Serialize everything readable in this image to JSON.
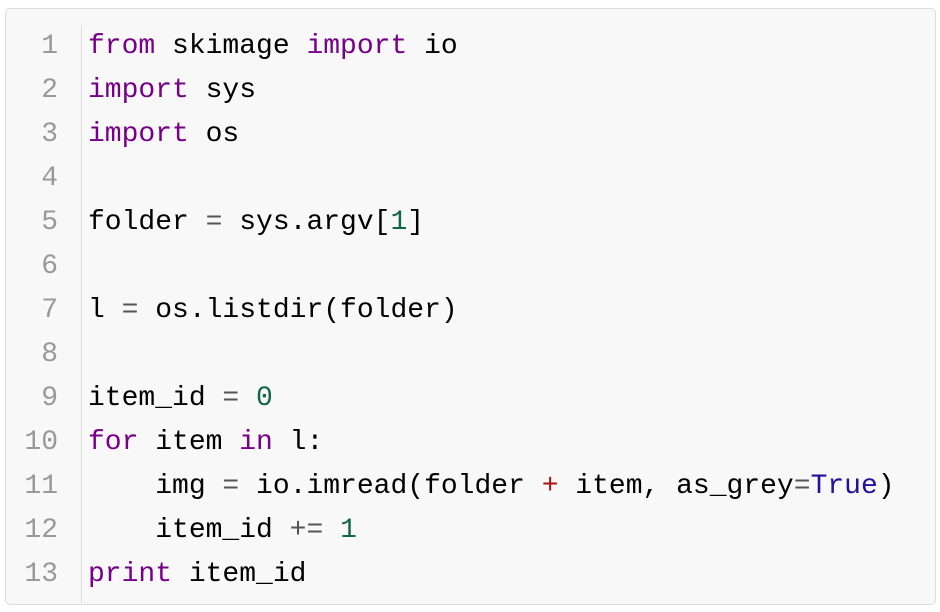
{
  "code_block": {
    "lines": [
      {
        "number": "1",
        "tokens": [
          {
            "t": "from",
            "c": "kw"
          },
          {
            "t": " skimage ",
            "c": ""
          },
          {
            "t": "import",
            "c": "kw"
          },
          {
            "t": " io",
            "c": ""
          }
        ]
      },
      {
        "number": "2",
        "tokens": [
          {
            "t": "import",
            "c": "kw"
          },
          {
            "t": " sys",
            "c": ""
          }
        ]
      },
      {
        "number": "3",
        "tokens": [
          {
            "t": "import",
            "c": "kw"
          },
          {
            "t": " os",
            "c": ""
          }
        ]
      },
      {
        "number": "4",
        "tokens": []
      },
      {
        "number": "5",
        "tokens": [
          {
            "t": "folder ",
            "c": ""
          },
          {
            "t": "=",
            "c": "eq"
          },
          {
            "t": " sys.argv[",
            "c": ""
          },
          {
            "t": "1",
            "c": "num"
          },
          {
            "t": "]",
            "c": ""
          }
        ]
      },
      {
        "number": "6",
        "tokens": []
      },
      {
        "number": "7",
        "tokens": [
          {
            "t": "l ",
            "c": ""
          },
          {
            "t": "=",
            "c": "eq"
          },
          {
            "t": " os.listdir(folder)",
            "c": ""
          }
        ]
      },
      {
        "number": "8",
        "tokens": []
      },
      {
        "number": "9",
        "tokens": [
          {
            "t": "item_id ",
            "c": ""
          },
          {
            "t": "=",
            "c": "eq"
          },
          {
            "t": " ",
            "c": ""
          },
          {
            "t": "0",
            "c": "num"
          }
        ]
      },
      {
        "number": "10",
        "tokens": [
          {
            "t": "for",
            "c": "kw"
          },
          {
            "t": " item ",
            "c": ""
          },
          {
            "t": "in",
            "c": "kw"
          },
          {
            "t": " l:",
            "c": ""
          }
        ]
      },
      {
        "number": "11",
        "tokens": [
          {
            "t": "    img ",
            "c": ""
          },
          {
            "t": "=",
            "c": "eq"
          },
          {
            "t": " io.imread(folder ",
            "c": ""
          },
          {
            "t": "+",
            "c": "op"
          },
          {
            "t": " item, as_grey",
            "c": ""
          },
          {
            "t": "=",
            "c": "eq"
          },
          {
            "t": "True",
            "c": "atom"
          },
          {
            "t": ")",
            "c": ""
          }
        ]
      },
      {
        "number": "12",
        "tokens": [
          {
            "t": "    item_id ",
            "c": ""
          },
          {
            "t": "+=",
            "c": "eq"
          },
          {
            "t": " ",
            "c": ""
          },
          {
            "t": "1",
            "c": "num"
          }
        ]
      },
      {
        "number": "13",
        "tokens": [
          {
            "t": "print",
            "c": "kw"
          },
          {
            "t": " item_id",
            "c": ""
          }
        ]
      }
    ]
  }
}
